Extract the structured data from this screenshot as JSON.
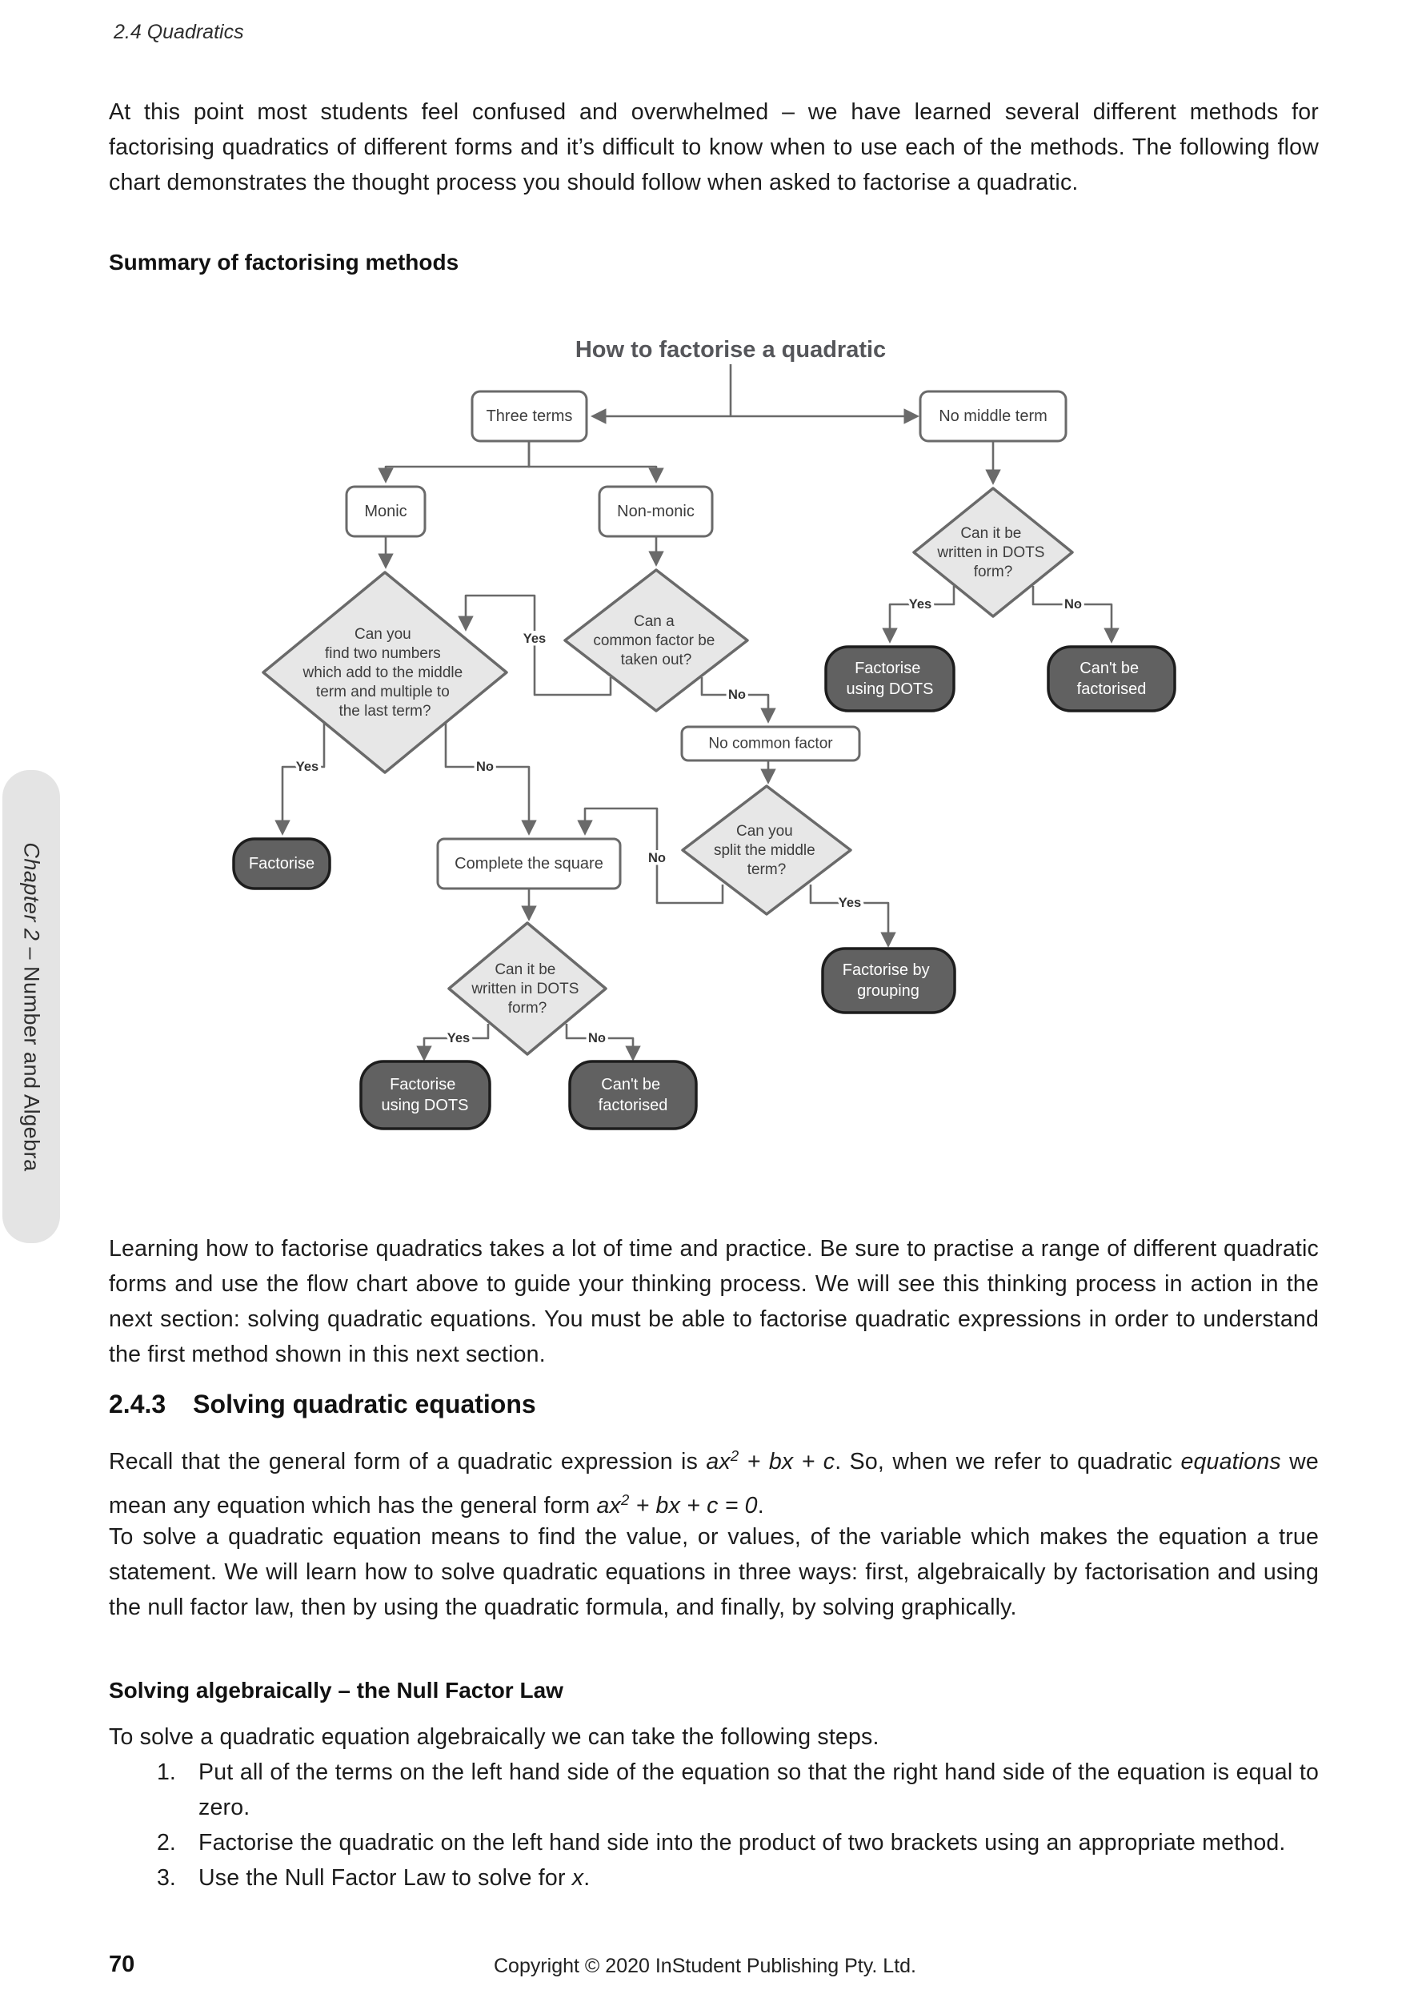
{
  "page": {
    "running_header": "2.4 Quadratics",
    "footer": {
      "page_number": "70",
      "copyright": "Copyright © 2020 InStudent Publishing Pty. Ltd."
    },
    "sidebar": {
      "chapter_italic": "Chapter 2 – ",
      "chapter_rest": "Number and Algebra"
    }
  },
  "content": {
    "intro": "At this point most students feel confused and overwhelmed – we have learned several different methods for factorising quadratics of different forms and it’s difficult to know when to use each of the methods. The following flow chart demonstrates the thought process you should follow when asked to factorise a quadratic.",
    "summary_heading": "Summary of factorising methods",
    "learning": "Learning how to factorise quadratics takes a lot of time and practice. Be sure to practise a range of different quadratic forms and use the flow chart above to guide your thinking process.  We will see this thinking process in action in the next section: solving quadratic equations. You must be able to factorise quadratic expressions in order to understand the first method shown in this next section.",
    "s243": {
      "number": "2.4.3",
      "title": "Solving quadratic equations"
    },
    "recall": {
      "pre": "Recall that the general form of a quadratic expression is ",
      "expr1_base": "ax",
      "expr1_sup": "2",
      "expr1_rest": " + bx + c",
      "mid1": ".  So, when we refer to quadratic ",
      "emph": "equations",
      "mid2": " we mean any equation which has the general form ",
      "expr2_base": "ax",
      "expr2_sup": "2",
      "expr2_rest": " + bx + c = 0",
      "end": "."
    },
    "solve_para": "To solve a quadratic equation means to find the value, or values, of the variable which makes the equation a true statement.  We will learn how to solve quadratic equations in three ways: first, algebraically by factorisation and using the null factor law, then by using the quadratic formula, and finally, by solving graphically.",
    "null_factor_heading": "Solving algebraically – the Null Factor Law",
    "steps_intro": "To solve a quadratic equation algebraically we can take the following steps.",
    "steps": [
      {
        "num": "1.",
        "text": "Put all of the terms on the left hand side of the equation so that the right hand side of the equation is equal to zero."
      },
      {
        "num": "2.",
        "text": "Factorise the quadratic on the left hand side into the product of two brackets using an appropriate method."
      },
      {
        "num": "3.",
        "pre": "Use the Null Factor Law to solve for ",
        "var": "x",
        "end": "."
      }
    ]
  },
  "flowchart": {
    "title": "How to factorise a quadratic",
    "nodes": {
      "three_terms": "Three terms",
      "no_middle_term": "No middle term",
      "monic": "Monic",
      "non_monic": "Non-monic",
      "find_two_numbers": [
        "Can you",
        "find two numbers",
        "which add to the middle",
        "term and multiple to",
        "the last term?"
      ],
      "common_factor": [
        "Can a",
        "common factor be",
        "taken out?"
      ],
      "dots_right": [
        "Can it be",
        "written in DOTS",
        "form?"
      ],
      "factorise_using_dots_right": [
        "Factorise",
        "using DOTS"
      ],
      "cant_be_factorised_right": [
        "Can't be",
        "factorised"
      ],
      "no_common_factor": "No common factor",
      "split_middle": [
        "Can you",
        "split the middle",
        "term?"
      ],
      "factorise": "Factorise",
      "complete_the_square": "Complete the square",
      "factorise_by_grouping": [
        "Factorise by",
        "grouping"
      ],
      "dots_bottom": [
        "Can it be",
        "written in DOTS",
        "form?"
      ],
      "factorise_using_dots_bottom": [
        "Factorise",
        "using DOTS"
      ],
      "cant_be_factorised_bottom": [
        "Can't be",
        "factorised"
      ]
    },
    "labels": {
      "yes": "Yes",
      "no": "No"
    },
    "colors": {
      "connector": "#6a6a6a",
      "diamond_fill": "#e7e7e7",
      "terminal_fill": "#616161",
      "terminal_text": "#ffffff",
      "node_border": "#6a6a6a",
      "title": "#55565a"
    }
  }
}
